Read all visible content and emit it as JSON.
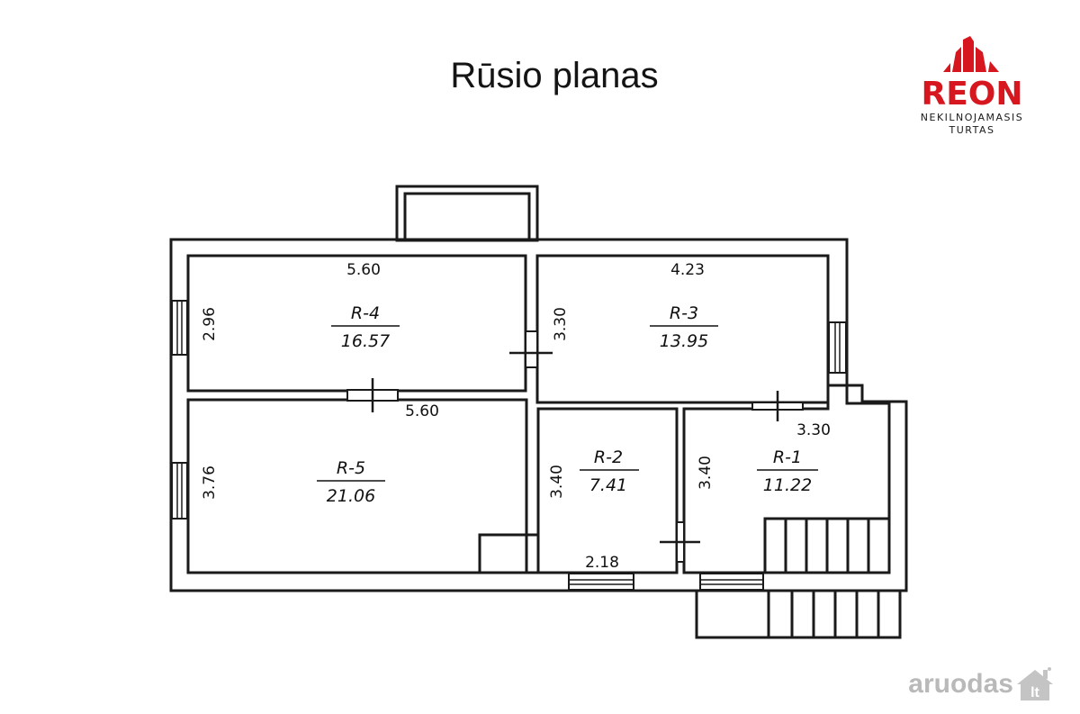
{
  "title": "Rūsio planas",
  "logo": {
    "name": "REON",
    "line1": "NEKILNOJAMASIS",
    "line2": "TURTAS",
    "color": "#d6171f"
  },
  "rooms": [
    {
      "id": "R-4",
      "area": "16.57"
    },
    {
      "id": "R-3",
      "area": "13.95"
    },
    {
      "id": "R-5",
      "area": "21.06"
    },
    {
      "id": "R-2",
      "area": "7.41"
    },
    {
      "id": "R-1",
      "area": "11.22"
    }
  ],
  "dimensions": {
    "r4_width": "5.60",
    "r4_height": "2.96",
    "r3_width": "4.23",
    "r3_height": "3.30",
    "r5_width": "5.60",
    "r5_height": "3.76",
    "r2_height": "3.40",
    "r2_width": "2.18",
    "r1_height": "3.40",
    "r1_width": "3.30"
  },
  "watermark": {
    "text": "aruodas",
    "suffix": "lt",
    "icon": "house-icon"
  }
}
